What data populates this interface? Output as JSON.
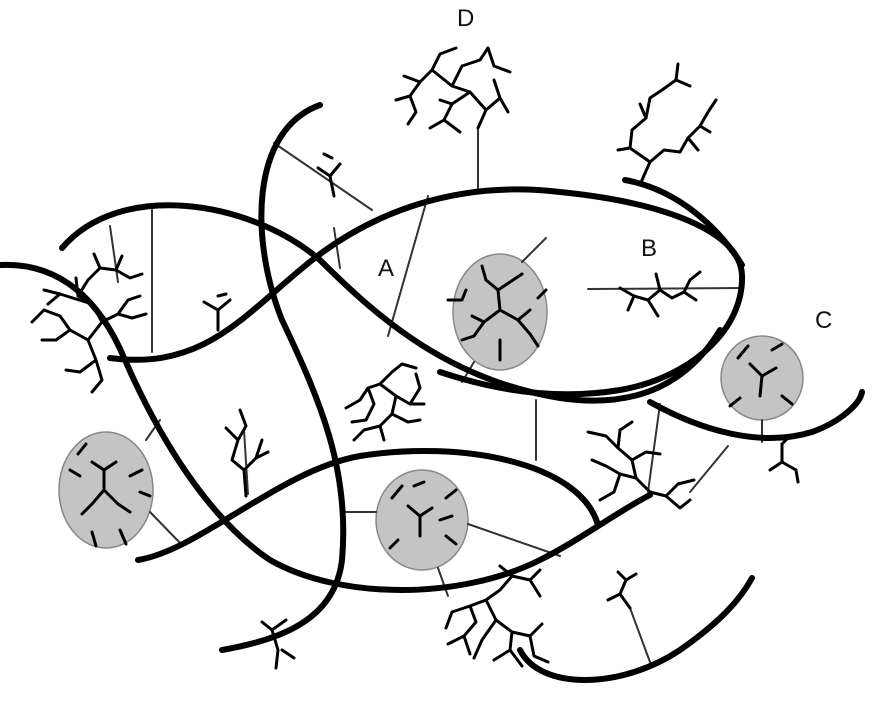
{
  "labels": {
    "a": "A",
    "b": "B",
    "c": "C",
    "d": "D"
  },
  "colors": {
    "stroke": "#000000",
    "particle_fill": "#c4c4c4",
    "background": "#ffffff"
  }
}
